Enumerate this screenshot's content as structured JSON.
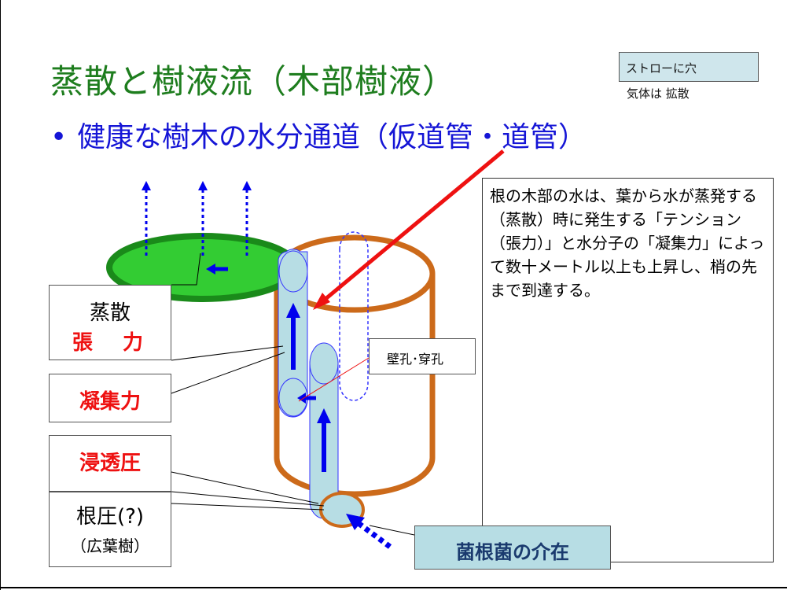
{
  "title": "蒸散と樹液流（木部樹液）",
  "bullet": "健康な樹木の水分通道（仮道管・道管）",
  "note": {
    "box_text": "ストローに穴",
    "sub_text": "気体は 拡散"
  },
  "explanation": "根の木部の水は、葉から水が蒸発する（蒸散）時に発生する「テンション（張力）」と水分子の「凝集力」によって数十メートル以上も上昇し、梢の先まで到達する。",
  "labels": {
    "transpiration": "蒸散",
    "tension": "張　力",
    "cohesion": "凝集力",
    "osmotic": "浸透圧",
    "root_pressure": "根圧(?)",
    "broadleaf": "（広葉樹）",
    "pits": "壁孔･穿孔",
    "mycorrhiza": "菌根菌の介在"
  },
  "colors": {
    "title": "#1e7d1e",
    "bullet": "#1515d6",
    "leaf_fill": "#33cc33",
    "leaf_edge": "#1a8a1a",
    "trunk": "#cc6a1a",
    "vessel": "#b7dde4",
    "arrow_blue": "#0000ee",
    "arrow_red": "#ee1111"
  }
}
